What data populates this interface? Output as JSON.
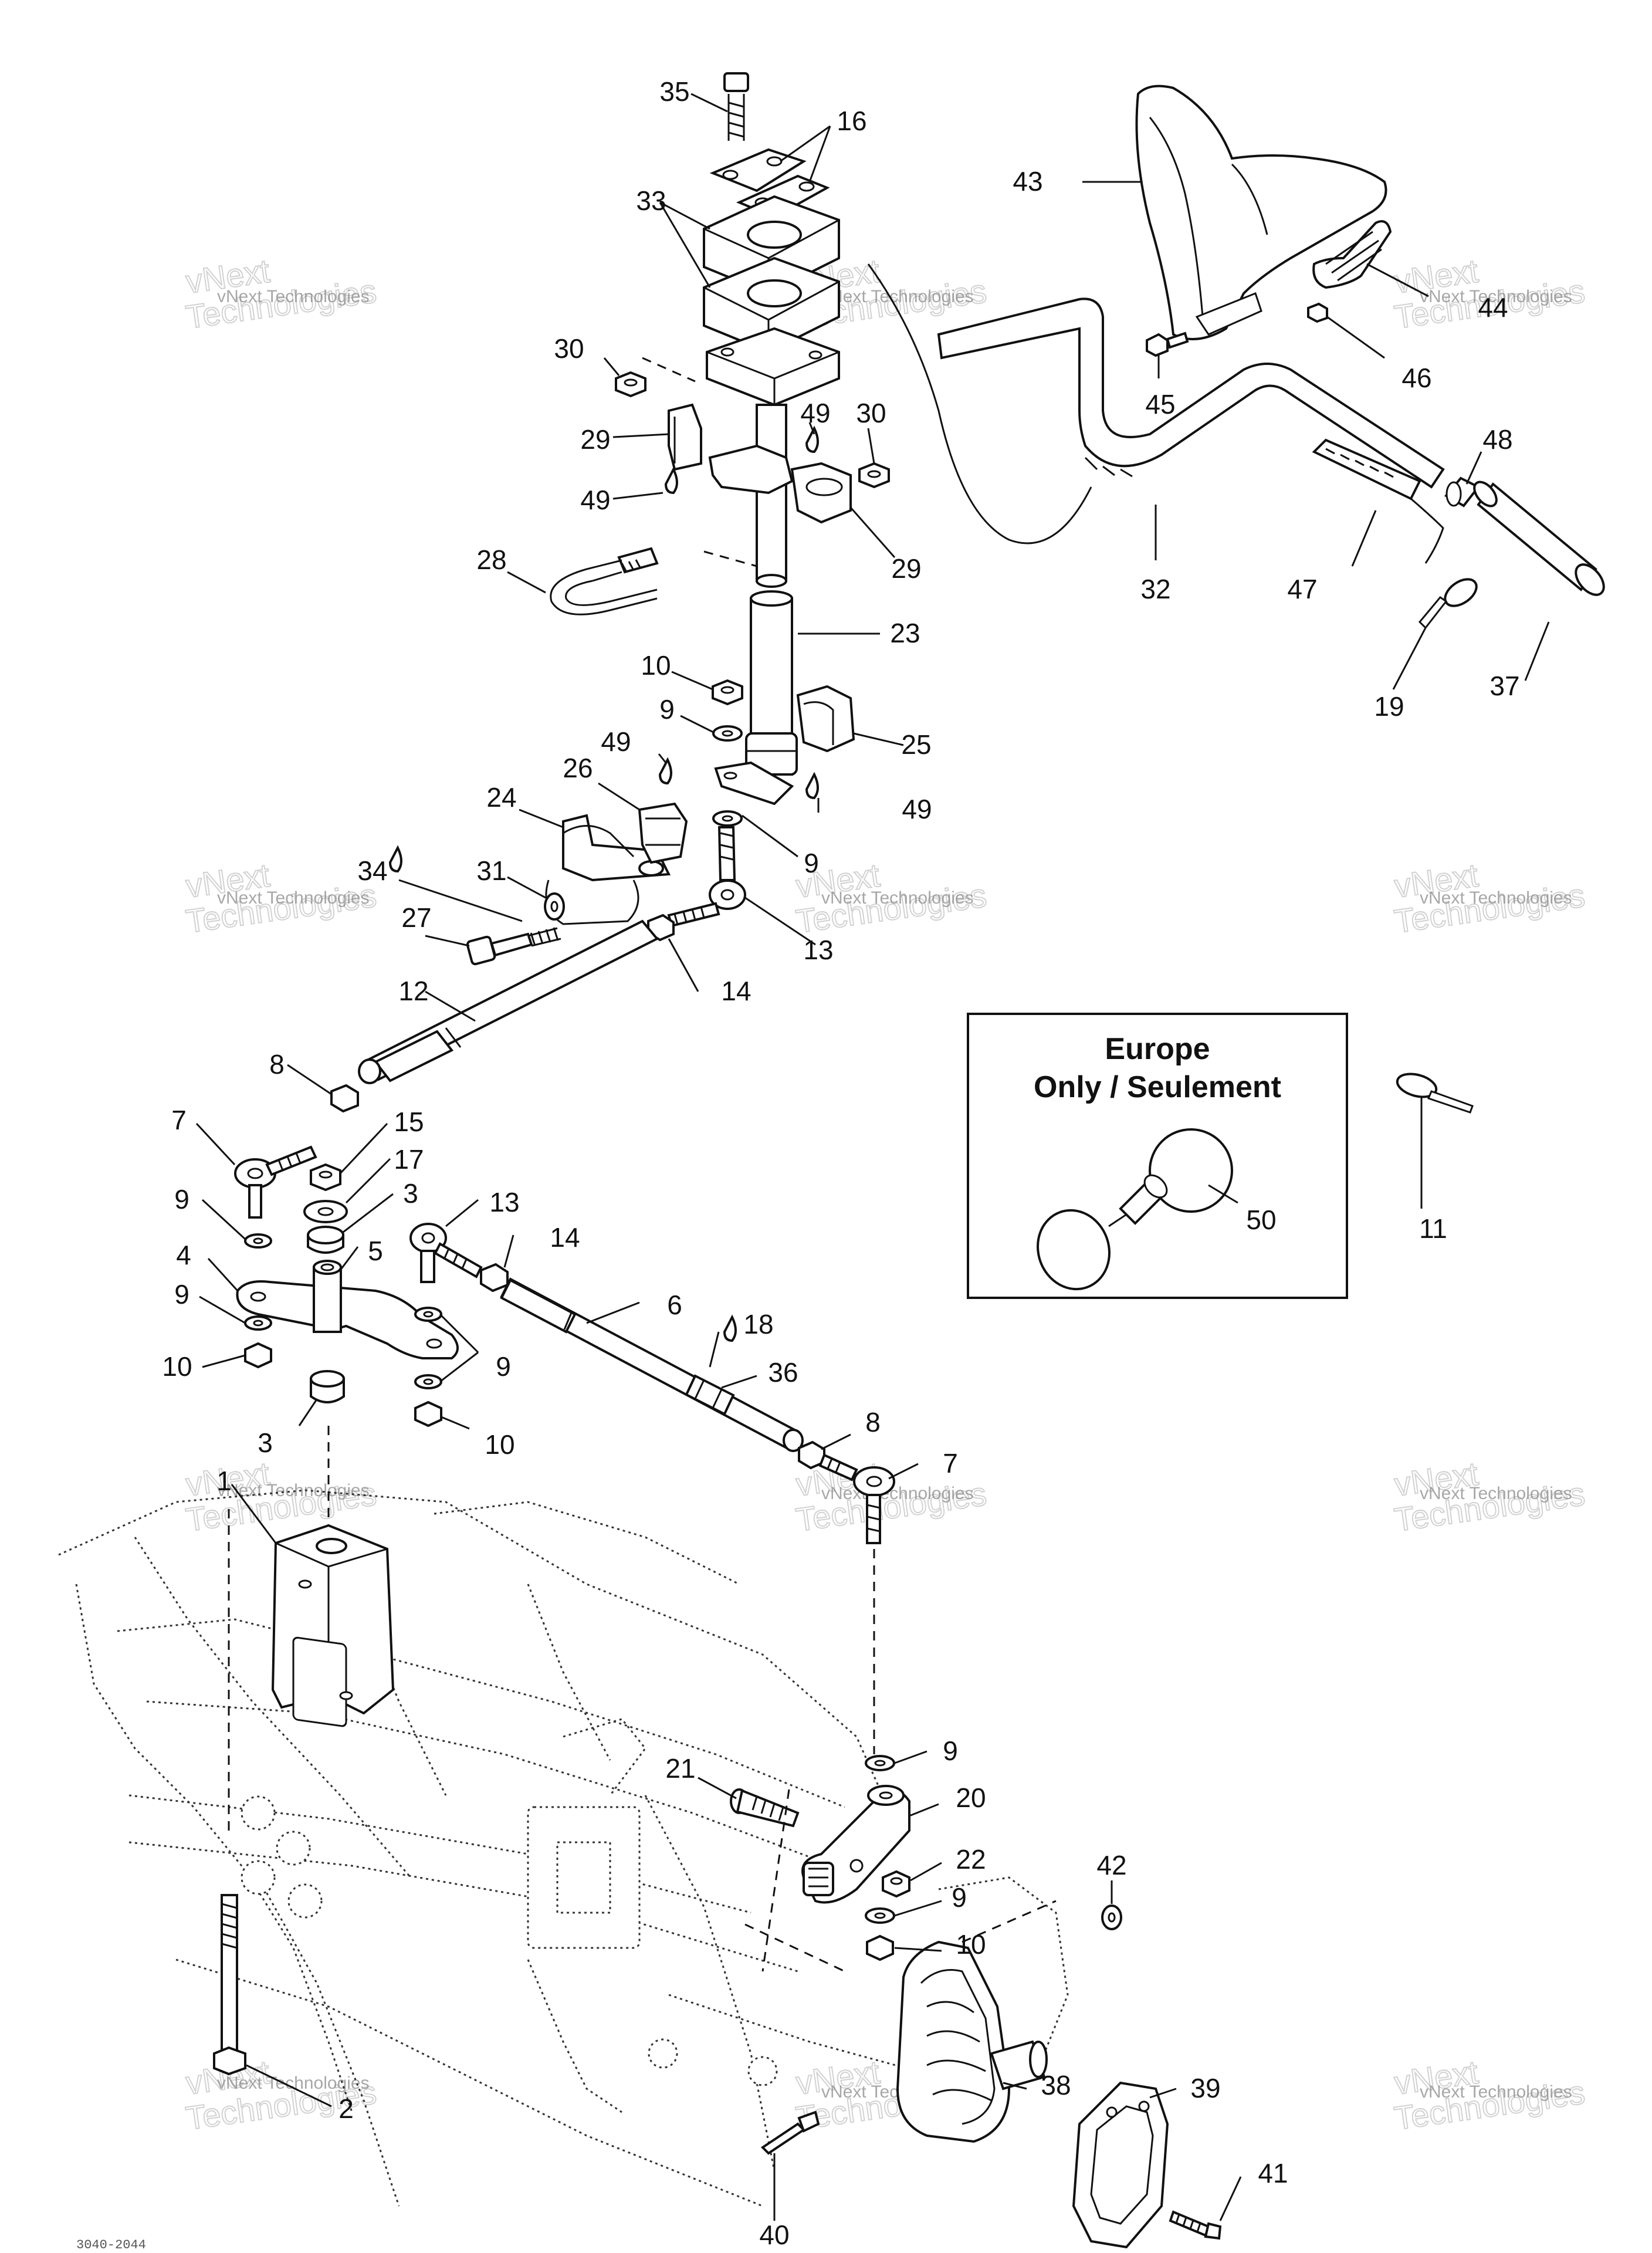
{
  "labels": [
    {
      "id": "35",
      "text": "35"
    },
    {
      "id": "16",
      "text": "16"
    },
    {
      "id": "43",
      "text": "43"
    },
    {
      "id": "33",
      "text": "33"
    },
    {
      "id": "44",
      "text": "44"
    },
    {
      "id": "46",
      "text": "46"
    },
    {
      "id": "45",
      "text": "45"
    },
    {
      "id": "30a",
      "text": "30"
    },
    {
      "id": "29a",
      "text": "29"
    },
    {
      "id": "49a",
      "text": "49"
    },
    {
      "id": "30b",
      "text": "30"
    },
    {
      "id": "49b",
      "text": "49"
    },
    {
      "id": "48",
      "text": "48"
    },
    {
      "id": "28",
      "text": "28"
    },
    {
      "id": "29b",
      "text": "29"
    },
    {
      "id": "32",
      "text": "32"
    },
    {
      "id": "47",
      "text": "47"
    },
    {
      "id": "23",
      "text": "23"
    },
    {
      "id": "10a",
      "text": "10"
    },
    {
      "id": "9a",
      "text": "9"
    },
    {
      "id": "19",
      "text": "19"
    },
    {
      "id": "37",
      "text": "37"
    },
    {
      "id": "49c",
      "text": "49"
    },
    {
      "id": "25",
      "text": "25"
    },
    {
      "id": "26",
      "text": "26"
    },
    {
      "id": "24",
      "text": "24"
    },
    {
      "id": "49d",
      "text": "49"
    },
    {
      "id": "34",
      "text": "34"
    },
    {
      "id": "31",
      "text": "31"
    },
    {
      "id": "9b",
      "text": "9"
    },
    {
      "id": "27",
      "text": "27"
    },
    {
      "id": "13a",
      "text": "13"
    },
    {
      "id": "12",
      "text": "12"
    },
    {
      "id": "14a",
      "text": "14"
    },
    {
      "id": "8a",
      "text": "8"
    },
    {
      "id": "7a",
      "text": "7"
    },
    {
      "id": "15",
      "text": "15"
    },
    {
      "id": "17",
      "text": "17"
    },
    {
      "id": "3a",
      "text": "3"
    },
    {
      "id": "11",
      "text": "11"
    },
    {
      "id": "9c",
      "text": "9"
    },
    {
      "id": "13b",
      "text": "13"
    },
    {
      "id": "50",
      "text": "50"
    },
    {
      "id": "14b",
      "text": "14"
    },
    {
      "id": "5",
      "text": "5"
    },
    {
      "id": "4",
      "text": "4"
    },
    {
      "id": "9d",
      "text": "9"
    },
    {
      "id": "6",
      "text": "6"
    },
    {
      "id": "18",
      "text": "18"
    },
    {
      "id": "9e",
      "text": "9"
    },
    {
      "id": "36",
      "text": "36"
    },
    {
      "id": "10b",
      "text": "10"
    },
    {
      "id": "3b",
      "text": "3"
    },
    {
      "id": "10c",
      "text": "10"
    },
    {
      "id": "8b",
      "text": "8"
    },
    {
      "id": "7b",
      "text": "7"
    },
    {
      "id": "1",
      "text": "1"
    },
    {
      "id": "9f",
      "text": "9"
    },
    {
      "id": "21",
      "text": "21"
    },
    {
      "id": "20",
      "text": "20"
    },
    {
      "id": "22",
      "text": "22"
    },
    {
      "id": "42",
      "text": "42"
    },
    {
      "id": "9g",
      "text": "9"
    },
    {
      "id": "10d",
      "text": "10"
    },
    {
      "id": "2",
      "text": "2"
    },
    {
      "id": "38",
      "text": "38"
    },
    {
      "id": "39",
      "text": "39"
    },
    {
      "id": "41",
      "text": "41"
    },
    {
      "id": "40",
      "text": "40"
    }
  ],
  "inset": {
    "title_line1": "Europe",
    "title_line2": "Only / Seulement"
  },
  "watermark": {
    "line1": "vNext Technologies",
    "line2": "vNext",
    "line3": "Technologies"
  },
  "corner_code": "3040-2044"
}
